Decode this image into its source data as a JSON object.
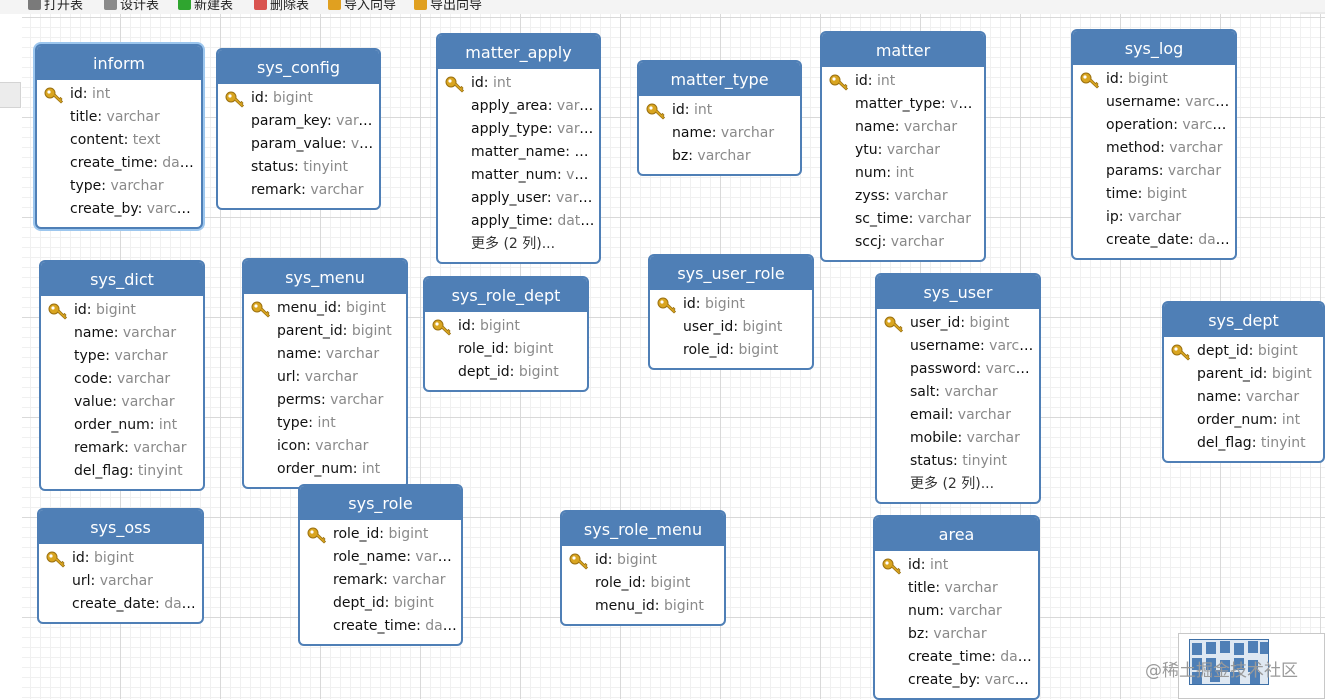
{
  "toolbar": {
    "items": [
      {
        "label": "打开表",
        "icon": "open-table-icon"
      },
      {
        "label": "设计表",
        "icon": "design-table-icon"
      },
      {
        "label": "新建表",
        "icon": "plus-circle-icon"
      },
      {
        "label": "删除表",
        "icon": "minus-circle-icon"
      },
      {
        "label": "导入向导",
        "icon": "import-wizard-icon"
      },
      {
        "label": "导出向导",
        "icon": "export-wizard-icon"
      }
    ]
  },
  "colors": {
    "header": "#4f7fb6",
    "border": "#4f7fb6",
    "selected_glow": "#9cc6ee",
    "key": "#d9a520",
    "type_text": "#8a8a8a",
    "grid": "#d9d9d9"
  },
  "tables": [
    {
      "name": "inform",
      "selected": true,
      "columns": [
        {
          "key": true,
          "name": "id",
          "type": "int"
        },
        {
          "name": "title",
          "type": "varchar"
        },
        {
          "name": "content",
          "type": "text"
        },
        {
          "name": "create_time",
          "type": "date..."
        },
        {
          "name": "type",
          "type": "varchar"
        },
        {
          "name": "create_by",
          "type": "varchar"
        }
      ]
    },
    {
      "name": "sys_config",
      "columns": [
        {
          "key": true,
          "name": "id",
          "type": "bigint"
        },
        {
          "name": "param_key",
          "type": "varch..."
        },
        {
          "name": "param_value",
          "type": "var..."
        },
        {
          "name": "status",
          "type": "tinyint"
        },
        {
          "name": "remark",
          "type": "varchar"
        }
      ]
    },
    {
      "name": "matter_apply",
      "more": "更多 (2 列)...",
      "columns": [
        {
          "key": true,
          "name": "id",
          "type": "int"
        },
        {
          "name": "apply_area",
          "type": "varc..."
        },
        {
          "name": "apply_type",
          "type": "varc..."
        },
        {
          "name": "matter_name",
          "type": "var..."
        },
        {
          "name": "matter_num",
          "type": "varc..."
        },
        {
          "name": "apply_user",
          "type": "varch..."
        },
        {
          "name": "apply_time",
          "type": "date..."
        }
      ]
    },
    {
      "name": "matter_type",
      "columns": [
        {
          "key": true,
          "name": "id",
          "type": "int"
        },
        {
          "name": "name",
          "type": "varchar"
        },
        {
          "name": "bz",
          "type": "varchar"
        }
      ]
    },
    {
      "name": "matter",
      "columns": [
        {
          "key": true,
          "name": "id",
          "type": "int"
        },
        {
          "name": "matter_type",
          "type": "varc..."
        },
        {
          "name": "name",
          "type": "varchar"
        },
        {
          "name": "ytu",
          "type": "varchar"
        },
        {
          "name": "num",
          "type": "int"
        },
        {
          "name": "zyss",
          "type": "varchar"
        },
        {
          "name": "sc_time",
          "type": "varchar"
        },
        {
          "name": "sccj",
          "type": "varchar"
        }
      ]
    },
    {
      "name": "sys_log",
      "columns": [
        {
          "key": true,
          "name": "id",
          "type": "bigint"
        },
        {
          "name": "username",
          "type": "varchar"
        },
        {
          "name": "operation",
          "type": "varchar"
        },
        {
          "name": "method",
          "type": "varchar"
        },
        {
          "name": "params",
          "type": "varchar"
        },
        {
          "name": "time",
          "type": "bigint"
        },
        {
          "name": "ip",
          "type": "varchar"
        },
        {
          "name": "create_date",
          "type": "dat..."
        }
      ]
    },
    {
      "name": "sys_dict",
      "columns": [
        {
          "key": true,
          "name": "id",
          "type": "bigint"
        },
        {
          "name": "name",
          "type": "varchar"
        },
        {
          "name": "type",
          "type": "varchar"
        },
        {
          "name": "code",
          "type": "varchar"
        },
        {
          "name": "value",
          "type": "varchar"
        },
        {
          "name": "order_num",
          "type": "int"
        },
        {
          "name": "remark",
          "type": "varchar"
        },
        {
          "name": "del_flag",
          "type": "tinyint"
        }
      ]
    },
    {
      "name": "sys_menu",
      "columns": [
        {
          "key": true,
          "name": "menu_id",
          "type": "bigint"
        },
        {
          "name": "parent_id",
          "type": "bigint"
        },
        {
          "name": "name",
          "type": "varchar"
        },
        {
          "name": "url",
          "type": "varchar"
        },
        {
          "name": "perms",
          "type": "varchar"
        },
        {
          "name": "type",
          "type": "int"
        },
        {
          "name": "icon",
          "type": "varchar"
        },
        {
          "name": "order_num",
          "type": "int"
        }
      ]
    },
    {
      "name": "sys_role_dept",
      "columns": [
        {
          "key": true,
          "name": "id",
          "type": "bigint"
        },
        {
          "name": "role_id",
          "type": "bigint"
        },
        {
          "name": "dept_id",
          "type": "bigint"
        }
      ]
    },
    {
      "name": "sys_user_role",
      "columns": [
        {
          "key": true,
          "name": "id",
          "type": "bigint"
        },
        {
          "name": "user_id",
          "type": "bigint"
        },
        {
          "name": "role_id",
          "type": "bigint"
        }
      ]
    },
    {
      "name": "sys_user",
      "more": "更多 (2 列)...",
      "columns": [
        {
          "key": true,
          "name": "user_id",
          "type": "bigint"
        },
        {
          "name": "username",
          "type": "varchar"
        },
        {
          "name": "password",
          "type": "varchar"
        },
        {
          "name": "salt",
          "type": "varchar"
        },
        {
          "name": "email",
          "type": "varchar"
        },
        {
          "name": "mobile",
          "type": "varchar"
        },
        {
          "name": "status",
          "type": "tinyint"
        }
      ]
    },
    {
      "name": "sys_dept",
      "columns": [
        {
          "key": true,
          "name": "dept_id",
          "type": "bigint"
        },
        {
          "name": "parent_id",
          "type": "bigint"
        },
        {
          "name": "name",
          "type": "varchar"
        },
        {
          "name": "order_num",
          "type": "int"
        },
        {
          "name": "del_flag",
          "type": "tinyint"
        }
      ]
    },
    {
      "name": "sys_oss",
      "columns": [
        {
          "key": true,
          "name": "id",
          "type": "bigint"
        },
        {
          "name": "url",
          "type": "varchar"
        },
        {
          "name": "create_date",
          "type": "dat..."
        }
      ]
    },
    {
      "name": "sys_role",
      "columns": [
        {
          "key": true,
          "name": "role_id",
          "type": "bigint"
        },
        {
          "name": "role_name",
          "type": "varchar"
        },
        {
          "name": "remark",
          "type": "varchar"
        },
        {
          "name": "dept_id",
          "type": "bigint"
        },
        {
          "name": "create_time",
          "type": "date..."
        }
      ]
    },
    {
      "name": "sys_role_menu",
      "columns": [
        {
          "key": true,
          "name": "id",
          "type": "bigint"
        },
        {
          "name": "role_id",
          "type": "bigint"
        },
        {
          "name": "menu_id",
          "type": "bigint"
        }
      ]
    },
    {
      "name": "area",
      "columns": [
        {
          "key": true,
          "name": "id",
          "type": "int"
        },
        {
          "name": "title",
          "type": "varchar"
        },
        {
          "name": "num",
          "type": "varchar"
        },
        {
          "name": "bz",
          "type": "varchar"
        },
        {
          "name": "create_time",
          "type": "date..."
        },
        {
          "name": "create_by",
          "type": "varchar"
        }
      ]
    }
  ],
  "watermark": "@稀土掘金技术社区"
}
